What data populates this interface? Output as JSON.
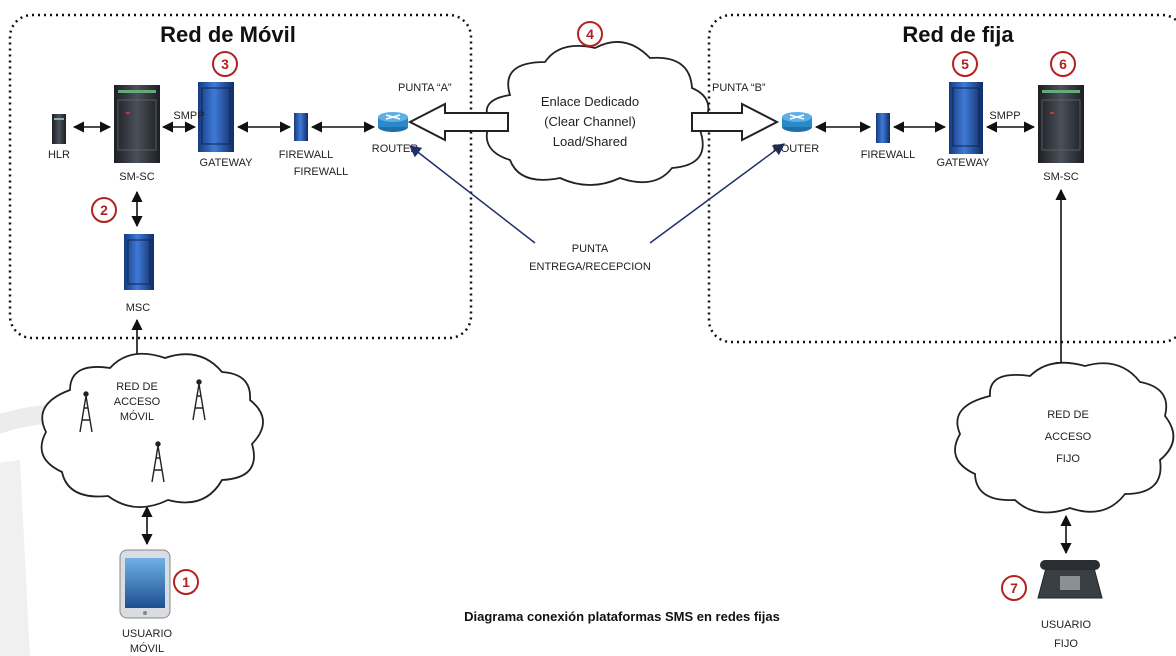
{
  "zones": {
    "mobile_title": "Red de Móvil",
    "fixed_title": "Red de fija"
  },
  "steps": [
    "1",
    "2",
    "3",
    "4",
    "5",
    "6",
    "7"
  ],
  "mobile": {
    "hlr": "HLR",
    "smsc": "SM-SC",
    "smpp": "SMPP",
    "gateway": "GATEWAY",
    "firewall": "FIREWALL",
    "firewall_2": "FIREWALL",
    "router": "ROUTER",
    "msc": "MSC",
    "access_lines": [
      "RED DE",
      "ACCESO",
      "MÓVIL"
    ],
    "user_lines": [
      "USUARIO",
      "MÓVIL"
    ]
  },
  "link": {
    "point_a": "PUNTA “A”",
    "point_b": "PUNTA “B”",
    "cloud_lines": [
      "Enlace Dedicado",
      "(Clear Channel)",
      "Load/Shared"
    ],
    "delivery_lines": [
      "PUNTA",
      "ENTREGA/RECEPCION"
    ]
  },
  "fixed": {
    "router": "ROUTER",
    "firewall": "FIREWALL",
    "gateway": "GATEWAY",
    "smpp": "SMPP",
    "smsc": "SM-SC",
    "access_lines": [
      "RED DE",
      "ACCESO",
      "FIJO"
    ],
    "user_lines": [
      "USUARIO",
      "FIJO"
    ]
  },
  "caption": "Diagrama conexión plataformas SMS en redes fijas",
  "colors": {
    "step_ring": "#b22222",
    "server_dark": "#2b2f36",
    "server_blue": "#1f4fa8",
    "router_blue": "#2a8ac9",
    "arrow_navy": "#1f2f6b"
  }
}
